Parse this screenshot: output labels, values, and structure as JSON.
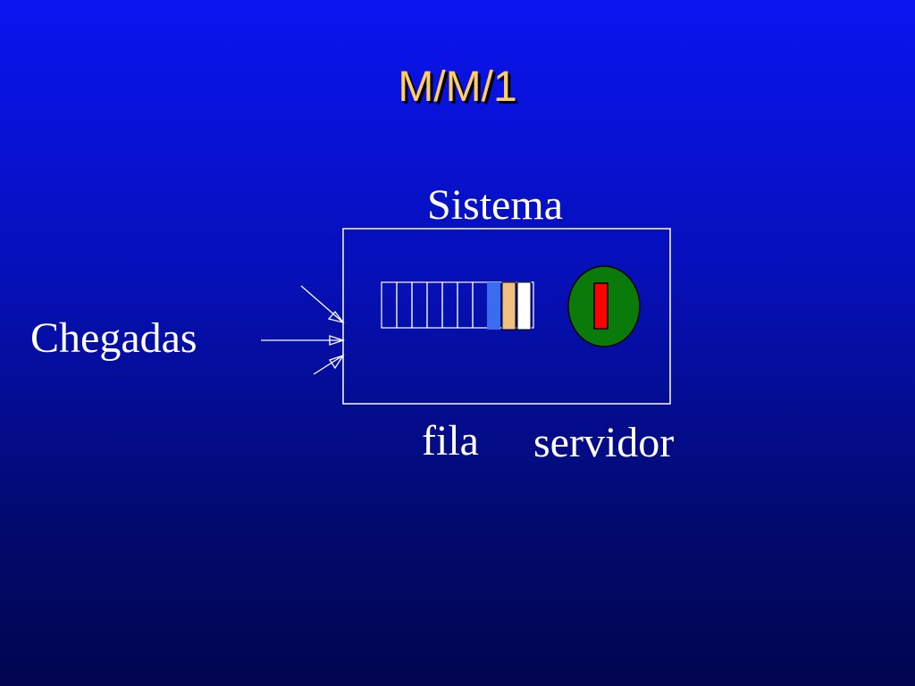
{
  "slide": {
    "title": "M/M/1",
    "labels": {
      "system": "Sistema",
      "arrivals": "Chegadas",
      "queue": "fila",
      "server": "servidor"
    }
  },
  "colors": {
    "title": "#ffcc66",
    "text": "#ffffff",
    "server_circle": "#0a7a0a",
    "server_job": "#ff0000",
    "queue_job_1": "#3a6cf0",
    "queue_job_2": "#f0c080",
    "queue_job_3": "#ffffff"
  },
  "diagram": {
    "arrival_arrows": 3,
    "queue_slots": 10,
    "queued_jobs": 3,
    "jobs_in_service": 1
  }
}
